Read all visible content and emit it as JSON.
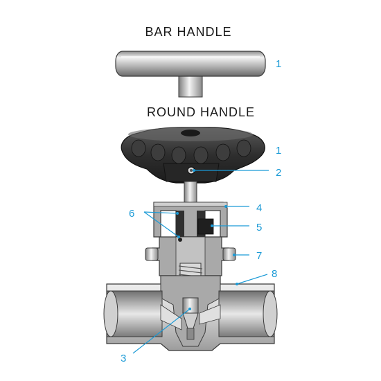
{
  "headings": {
    "bar_handle": "BAR  HANDLE",
    "round_handle": "ROUND  HANDLE"
  },
  "callouts": [
    "1",
    "1",
    "2",
    "4",
    "5",
    "6",
    "7",
    "8",
    "3"
  ],
  "colors": {
    "callout": "#1a9ad6",
    "metal_light": "#e6e6e6",
    "metal_dark": "#7a7a7a",
    "handle_dark": "#2b2b2b",
    "section_gray": "#a9a9a9",
    "outline": "#3a3a3a"
  }
}
